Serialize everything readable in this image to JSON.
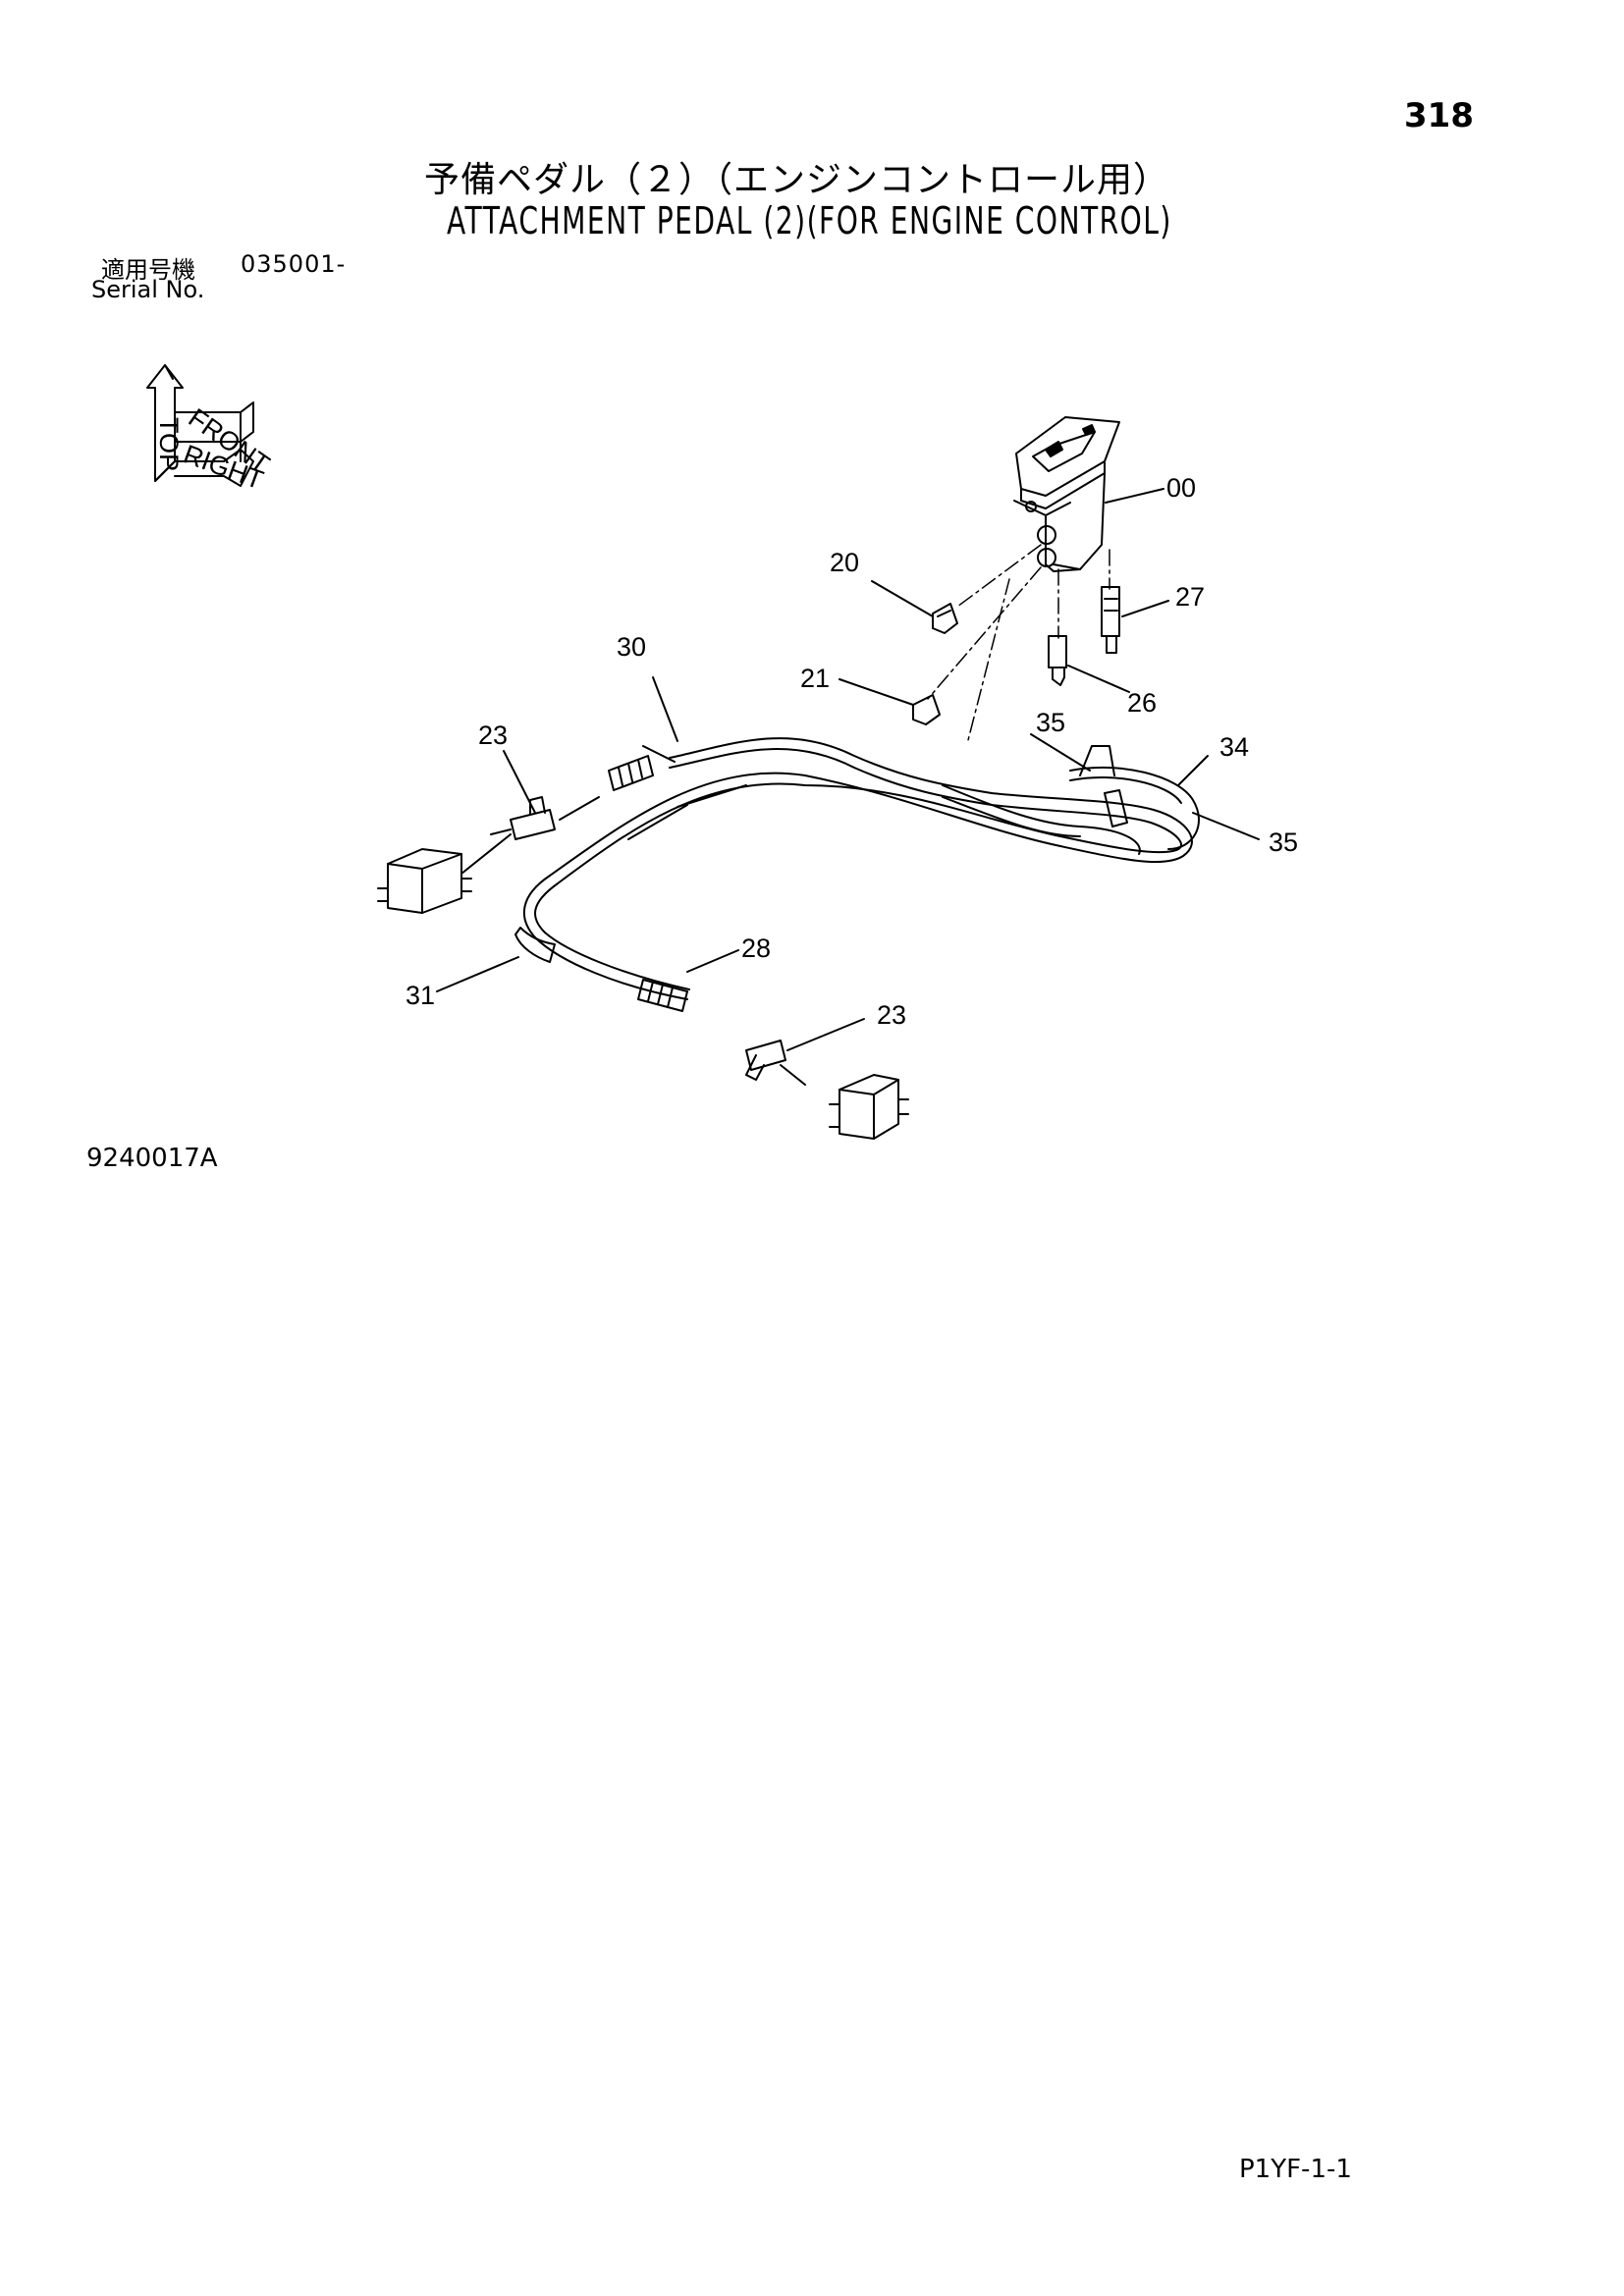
{
  "page_number": "318",
  "title_jp": "予備ペダル（２）（エンジンコントロール用）",
  "title_en": "ATTACHMENT PEDAL (2)(FOR ENGINE CONTROL)",
  "serial": {
    "label_jp": "適用号機",
    "label_en": "Serial No.",
    "value": "035001-"
  },
  "orientation": {
    "labels": [
      "TOP",
      "FRONT",
      "RIGHT"
    ]
  },
  "callouts": [
    "00",
    "20",
    "27",
    "30",
    "21",
    "26",
    "23",
    "35",
    "34",
    "35",
    "28",
    "31",
    "23"
  ],
  "drawing_id": "9240017A",
  "page_code": "P1YF-1-1"
}
